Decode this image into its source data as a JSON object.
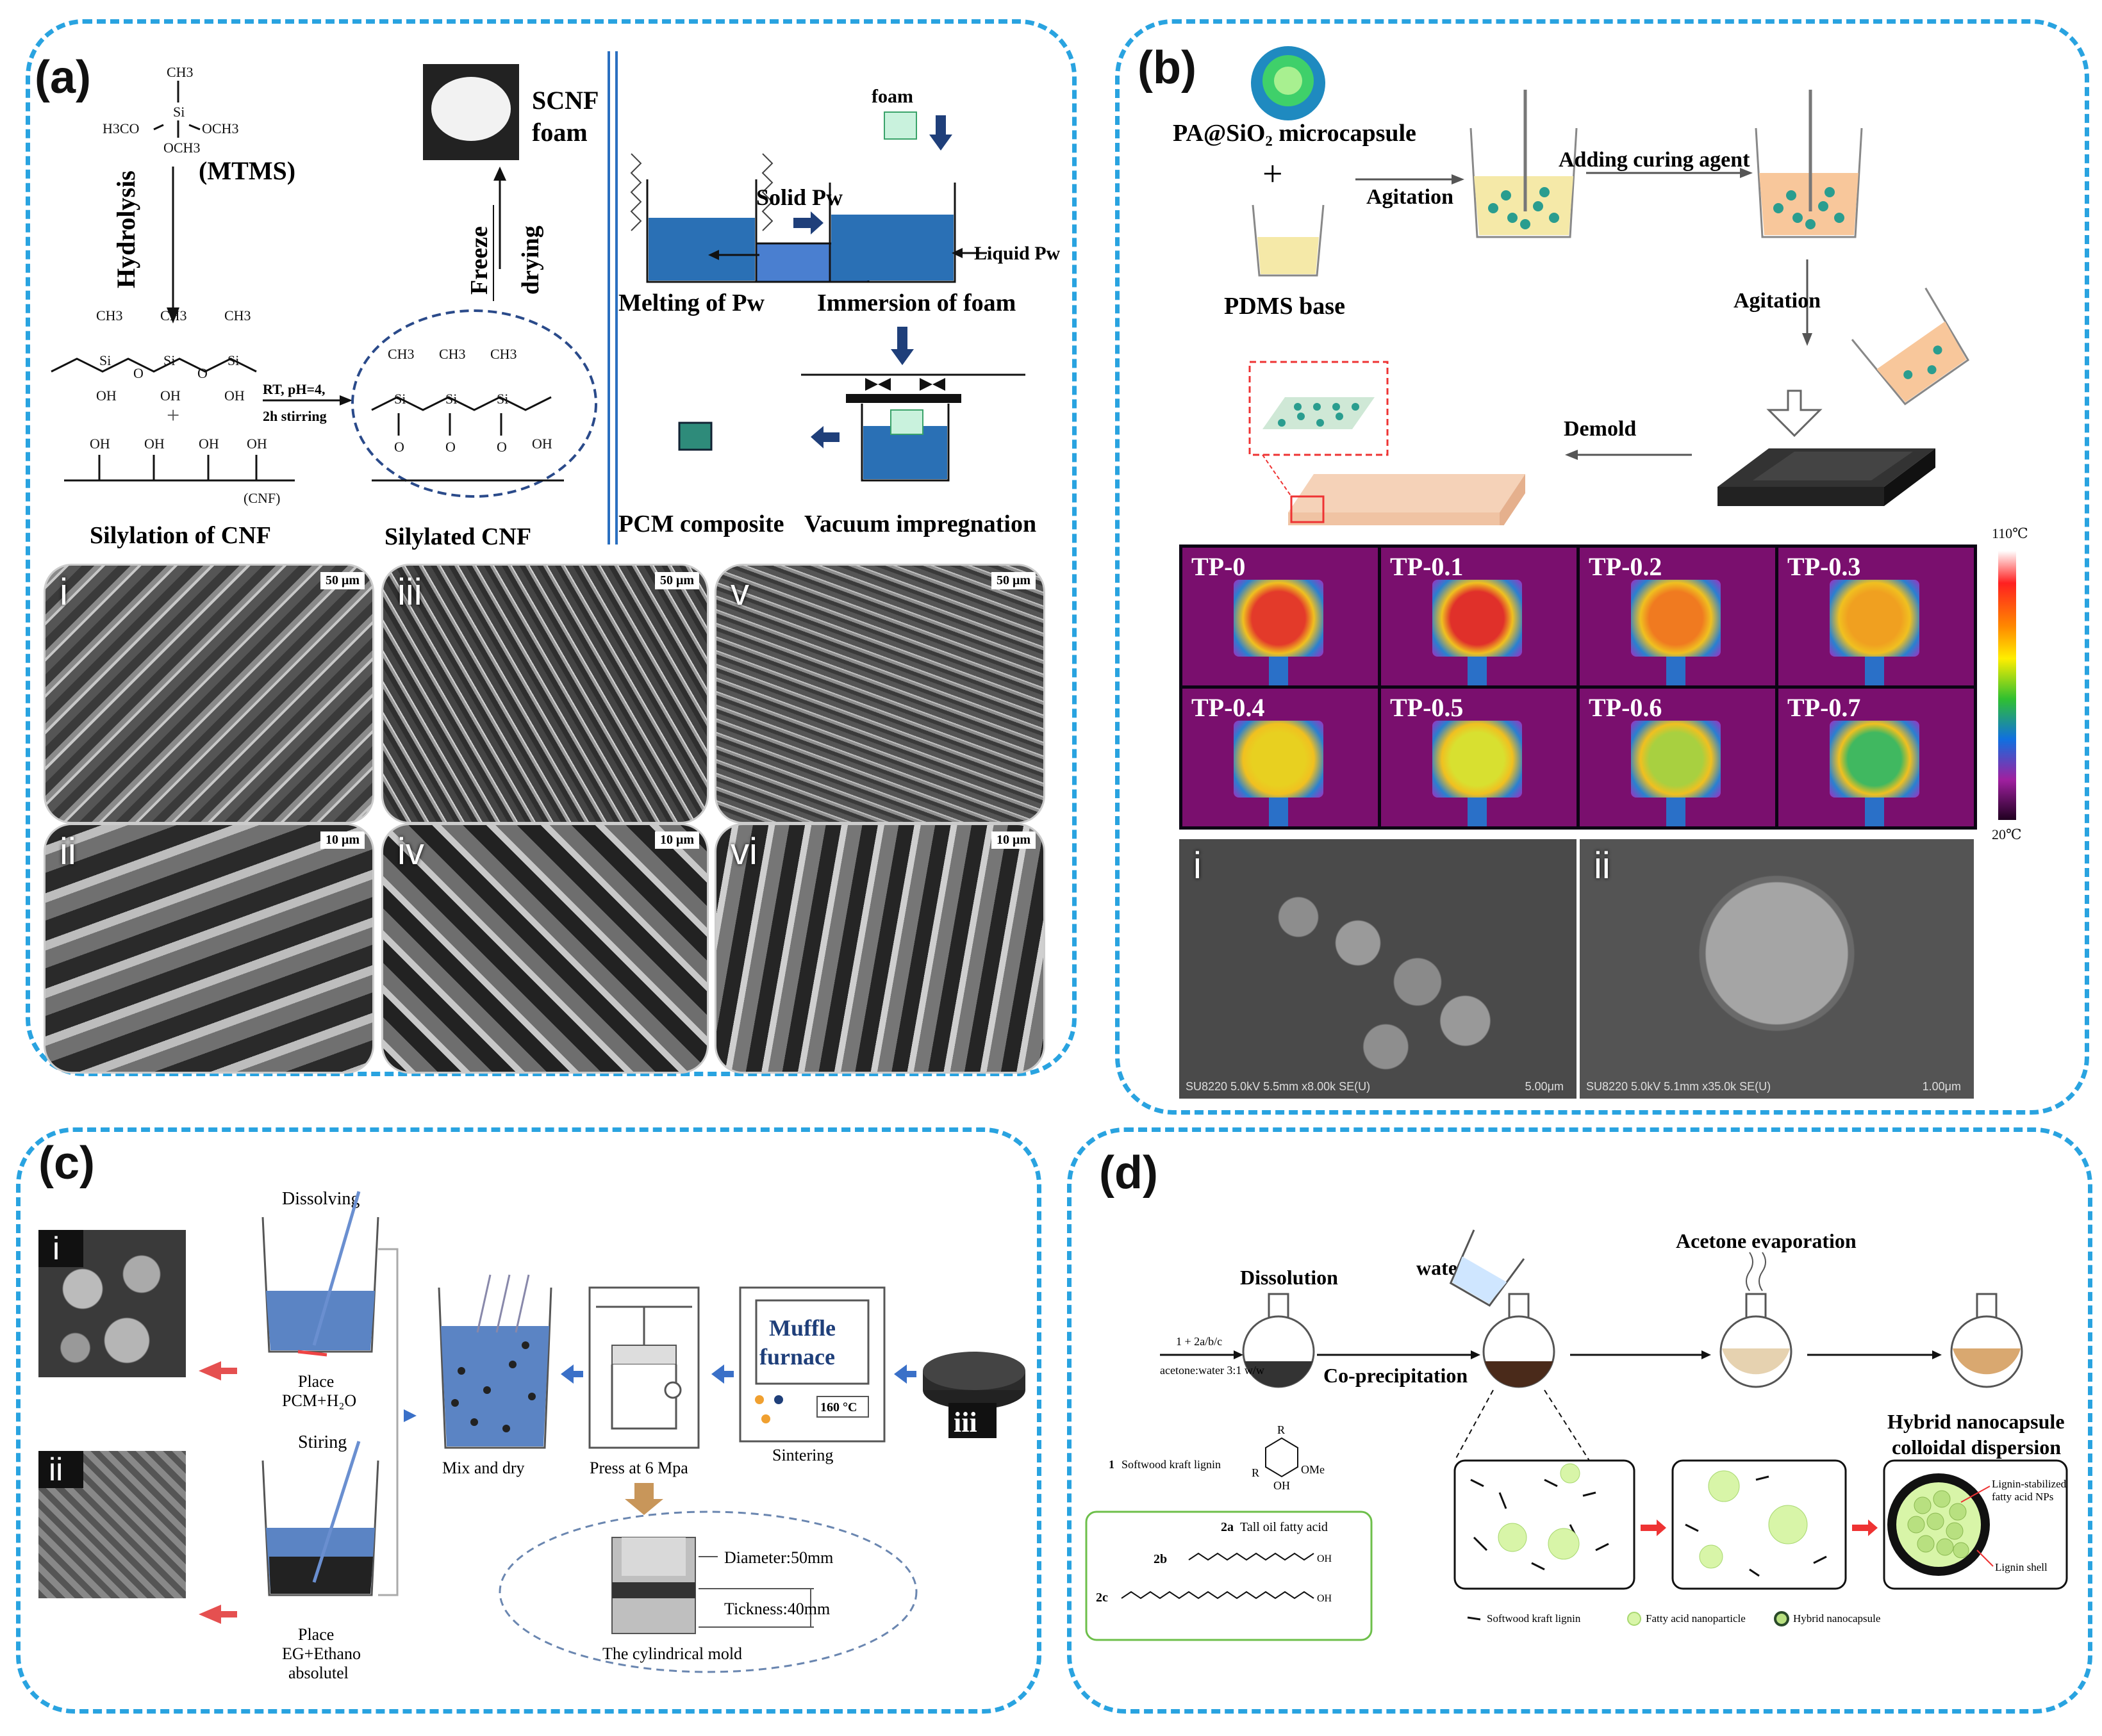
{
  "colors": {
    "panel_border": "#29a3e0",
    "arrow": "#1f3f7a",
    "wax": "#2a70b5",
    "red_arrow": "#e55050"
  },
  "panel_a": {
    "label": "(a)",
    "mtms_label": "(MTMS)",
    "hydrolysis": "Hydrolysis",
    "scnf_foam_line1": "SCNF",
    "scnf_foam_line2": "foam",
    "freeze_drying_line1": "Freeze",
    "freeze_drying_line2": "drying",
    "rt_condition_line1": "RT, pH=4,",
    "rt_condition_line2": "2h stirring",
    "cnf_tag": "(CNF)",
    "silylation_caption": "Silylation of CNF",
    "silylated_caption": "Silylated CNF",
    "foam_label": "foam",
    "solid_pw": "Solid Pw",
    "liquid_pw": "Liquid Pw",
    "melting_caption": "Melting of Pw",
    "immersion_caption": "Immersion of foam",
    "pcm_caption": "PCM composite",
    "vacuum_caption": "Vacuum impregnation",
    "chem": {
      "ch3": "CH3",
      "si": "Si",
      "h3co": "H3CO",
      "och3": "OCH3",
      "oh": "OH",
      "o": "O"
    },
    "sem": [
      {
        "label": "i",
        "scale": "50 μm"
      },
      {
        "label": "iii",
        "scale": "50 μm"
      },
      {
        "label": "v",
        "scale": "50 μm"
      },
      {
        "label": "ii",
        "scale": "10 μm"
      },
      {
        "label": "iv",
        "scale": "10 μm"
      },
      {
        "label": "vi",
        "scale": "10 μm"
      }
    ]
  },
  "panel_b": {
    "label": "(b)",
    "microcapsule": "PA@SiO₂ microcapsule",
    "plus": "+",
    "pdms": "PDMS base",
    "agitation": "Agitation",
    "curing": "Adding curing agent",
    "agitation2": "Agitation",
    "demold": "Demold",
    "colorbar_max": "110℃",
    "colorbar_min": "20℃",
    "thermal": [
      "TP-0",
      "TP-0.1",
      "TP-0.2",
      "TP-0.3",
      "TP-0.4",
      "TP-0.5",
      "TP-0.6",
      "TP-0.7"
    ],
    "sem": [
      {
        "label": "i",
        "footer": "SU8220 5.0kV 5.5mm x8.00k SE(U)",
        "scale": "5.00μm"
      },
      {
        "label": "ii",
        "footer": "SU8220 5.0kV 5.1mm x35.0k SE(U)",
        "scale": "1.00μm"
      }
    ]
  },
  "panel_c": {
    "label": "(c)",
    "dissolving": "Dissolving",
    "place1_line1": "Place",
    "place1_line2": "PCM+H₂O",
    "stiring": "Stiring",
    "place2_line1": "Place",
    "place2_line2": "EG+Ethano",
    "place2_line3": "absolutel",
    "mix_dry": "Mix and dry",
    "press": "Press at 6 Mpa",
    "muffle_line1": "Muffle",
    "muffle_line2": "furnace",
    "temp": "160 °C",
    "sintering": "Sintering",
    "diameter": "Diameter:50mm",
    "thickness": "Tickness:40mm",
    "mold": "The cylindrical mold",
    "labels": {
      "i": "i",
      "ii": "ii",
      "iii": "iii"
    }
  },
  "panel_d": {
    "label": "(d)",
    "dissolution": "Dissolution",
    "water": "water",
    "acetone_evap": "Acetone evaporation",
    "reagent_top": "1 + 2a/b/c",
    "reagent_bottom": "acetone:water 3:1 w/w",
    "coprecip": "Co-precipitation",
    "hybrid_line1": "Hybrid  nanocapsule",
    "hybrid_line2": "colloidal dispersion",
    "lignin_label_num": "1",
    "lignin_label": "Softwood kraft lignin",
    "r_group": "R",
    "ome": "OMe",
    "oh": "OH",
    "acid_2a_num": "2a",
    "acid_2a": "Tall oil fatty acid",
    "acid_2b": "2b",
    "acid_2c": "2c",
    "lignin_stab_line1": "Lignin-stabilized",
    "lignin_stab_line2": "fatty acid NPs",
    "lignin_shell": "Lignin shell",
    "legend": [
      "Softwood kraft lignin",
      "Fatty acid nanoparticle",
      "Hybrid nanocapsule"
    ]
  }
}
